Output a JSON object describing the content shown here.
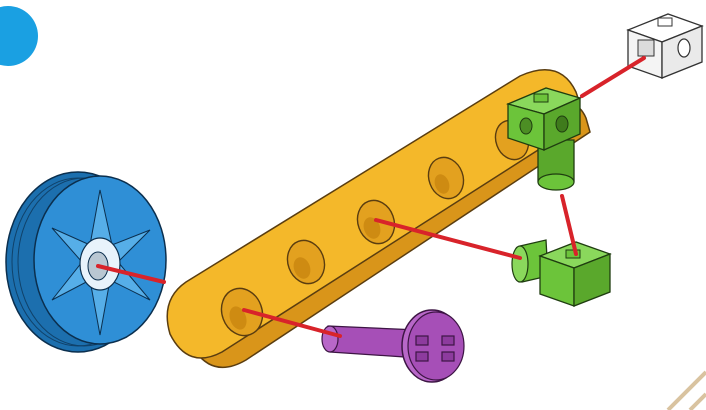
{
  "diagram": {
    "type": "assembly-instruction",
    "step_badge_text": "",
    "parts": [
      {
        "id": "wheel",
        "icon": "blue-gear-wheel",
        "color": "#2f8fd6"
      },
      {
        "id": "beam",
        "icon": "yellow-five-hole-beam",
        "color": "#f4b82a"
      },
      {
        "id": "peg",
        "icon": "purple-peg",
        "color": "#a64fb7"
      },
      {
        "id": "cube-top",
        "icon": "green-connector-cube",
        "color": "#6cc43a"
      },
      {
        "id": "cube-mid",
        "icon": "green-connector-cube",
        "color": "#6cc43a"
      },
      {
        "id": "cube-white",
        "icon": "white-connector-cube",
        "color": "#ffffff"
      }
    ],
    "connector_color": "#d8232a",
    "badge_color": "#1aa0e2",
    "corner_line_color": "#d9c3a0"
  }
}
